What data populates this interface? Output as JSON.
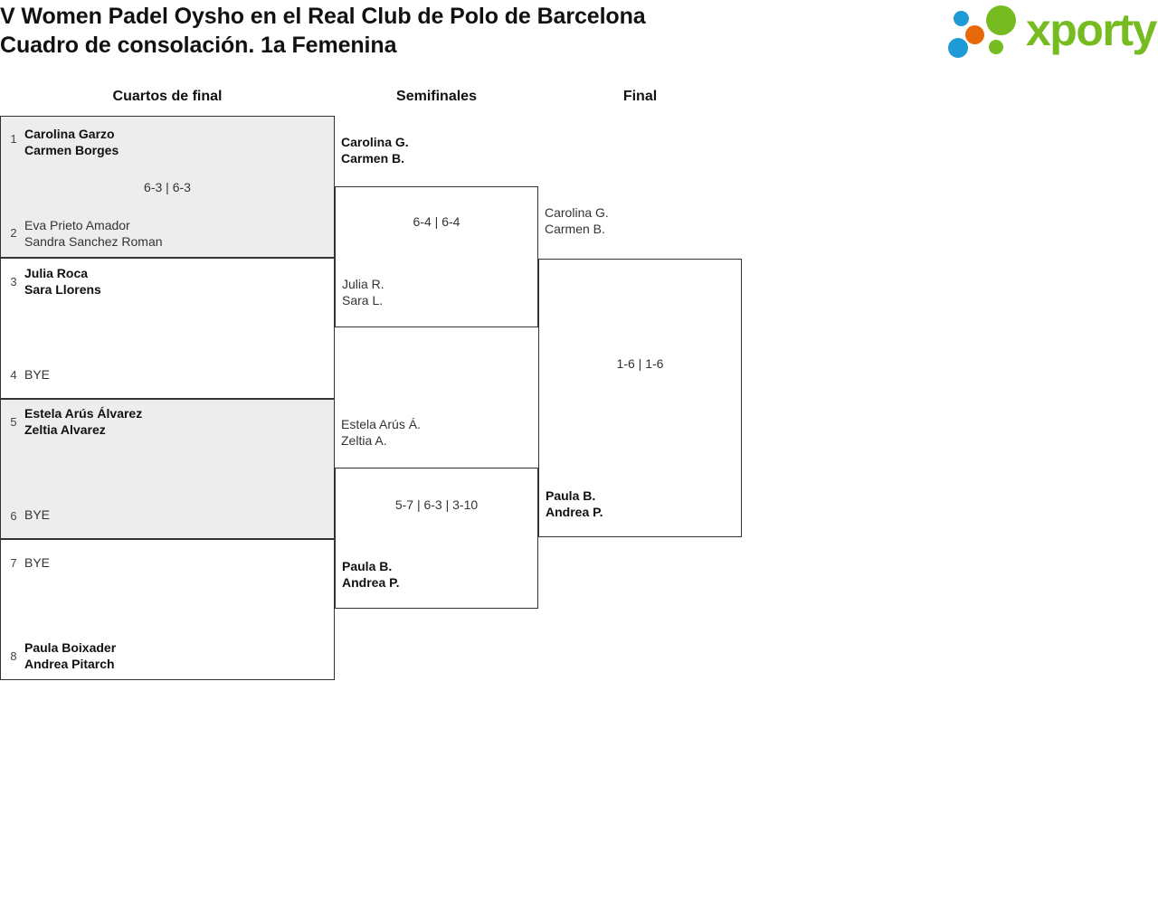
{
  "header": {
    "title_line1": "V Women Padel Oysho en el Real Club de Polo de Barcelona",
    "title_line2": "Cuadro de consolación. 1a Femenina"
  },
  "brand": {
    "name": "xporty",
    "green": "#76bc21",
    "blue": "#1e9bd7",
    "orange": "#e8690b"
  },
  "rounds": [
    {
      "label": "Cuartos de final"
    },
    {
      "label": "Semifinales"
    },
    {
      "label": "Final"
    }
  ],
  "quarterfinals": [
    {
      "seed_top": "1",
      "top": {
        "p1": "Carolina Garzo",
        "p2": "Carmen Borges"
      },
      "seed_bottom": "2",
      "bottom": {
        "p1": "Eva Prieto Amador",
        "p2": "Sandra Sanchez Roman"
      },
      "score": "6-3 | 6-3"
    },
    {
      "seed_top": "3",
      "top": {
        "p1": "Julia Roca",
        "p2": "Sara Llorens"
      },
      "seed_bottom": "4",
      "bottom": {
        "p1": "BYE",
        "p2": ""
      },
      "score": ""
    },
    {
      "seed_top": "5",
      "top": {
        "p1": "Estela Arús Álvarez",
        "p2": "Zeltia Alvarez"
      },
      "seed_bottom": "6",
      "bottom": {
        "p1": "BYE",
        "p2": ""
      },
      "score": ""
    },
    {
      "seed_top": "7",
      "top": {
        "p1": "BYE",
        "p2": ""
      },
      "seed_bottom": "8",
      "bottom": {
        "p1": "Paula Boixader",
        "p2": "Andrea Pitarch"
      },
      "score": ""
    }
  ],
  "semifinals": [
    {
      "top": {
        "p1": "Carolina G.",
        "p2": "Carmen B."
      },
      "bottom": {
        "p1": "Julia R.",
        "p2": "Sara L."
      },
      "score": "6-4 | 6-4"
    },
    {
      "top": {
        "p1": "Estela Arús Á.",
        "p2": "Zeltia A."
      },
      "bottom": {
        "p1": "Paula B.",
        "p2": "Andrea P."
      },
      "score": "5-7 | 6-3 | 3-10"
    }
  ],
  "final": {
    "top": {
      "p1": "Carolina G.",
      "p2": "Carmen B."
    },
    "bottom": {
      "p1": "Paula B.",
      "p2": "Andrea P."
    },
    "score": "1-6 | 1-6"
  }
}
